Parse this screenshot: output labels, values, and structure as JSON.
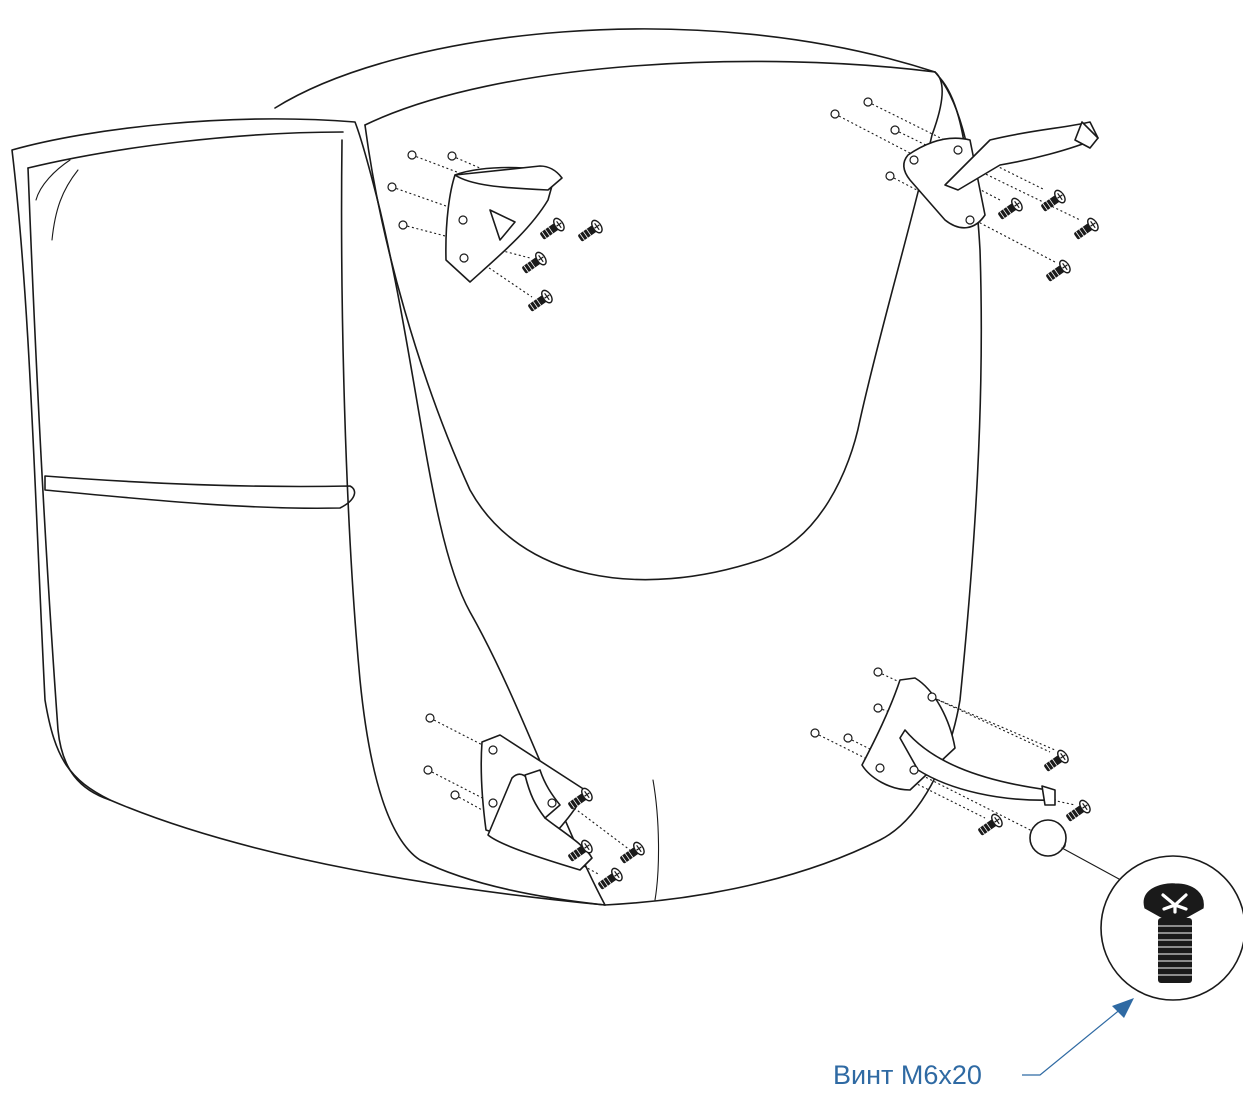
{
  "callout": {
    "label": "Винт М6х20",
    "color": "#2f6aa3"
  },
  "parts": {
    "brackets": 4,
    "screws_per_bracket": 4,
    "screw_icon": "phillips-screw-icon"
  }
}
